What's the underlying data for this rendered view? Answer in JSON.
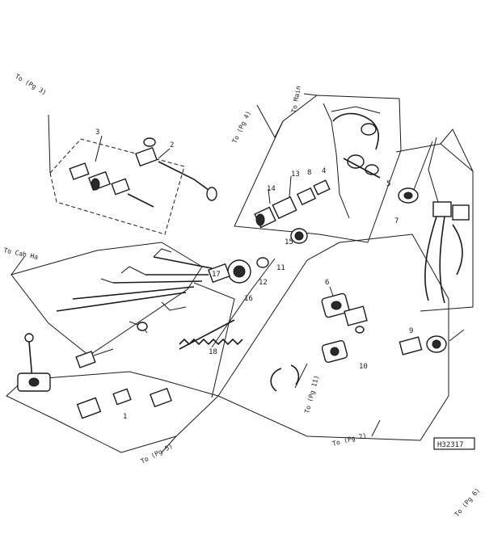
{
  "references": [
    {
      "id": "ref-top-left",
      "text": "To (Pg 3)"
    },
    {
      "id": "ref-left-mid",
      "text": "To Cab Ha"
    },
    {
      "id": "ref-top-center",
      "text": "To (Pg 4)"
    },
    {
      "id": "ref-top-right",
      "text": "To Main"
    },
    {
      "id": "ref-bottom-center",
      "text": "To (Pg 11)"
    },
    {
      "id": "ref-bottom-right",
      "text": "To (Pg 2)"
    },
    {
      "id": "ref-bottom-left",
      "text": "To (Pg 5)"
    },
    {
      "id": "ref-corner",
      "text": "To (Pg 6)"
    }
  ],
  "callouts": [
    "1",
    "2",
    "3",
    "4",
    "5",
    "6",
    "7",
    "8",
    "9",
    "10",
    "11",
    "12",
    "13",
    "14",
    "15",
    "16",
    "17",
    "18"
  ],
  "figure_code": "H32317"
}
